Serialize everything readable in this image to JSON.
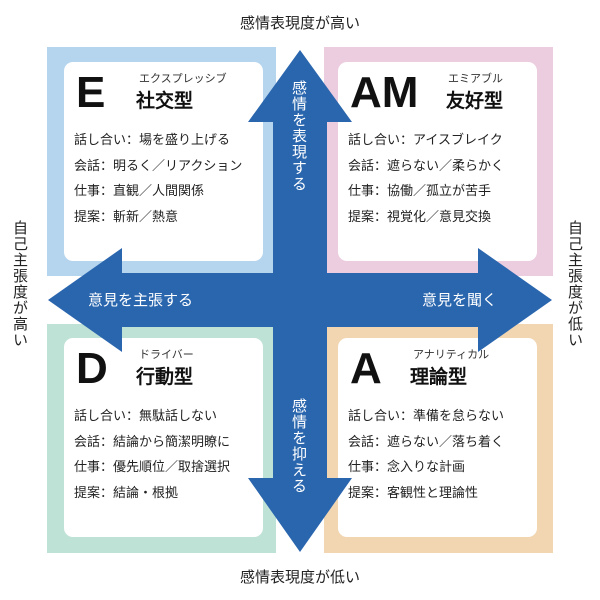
{
  "axes": {
    "top": "感情表現度が高い",
    "bottom": "感情表現度が低い",
    "left": "自己主張度が高い",
    "right": "自己主張度が低い"
  },
  "arrows": {
    "up": "感情を表現する",
    "down": "感情を抑える",
    "left": "意見を主張する",
    "right": "意見を聞く",
    "color": "#2a66ae"
  },
  "quadrants": [
    {
      "letter": "E",
      "kana": "エクスプレッシブ",
      "name": "社交型",
      "color": "#b5d5ef",
      "lines": [
        "話し合い：場を盛り上げる",
        "会話：明るく／リアクション",
        "仕事：直観／人間関係",
        "提案：斬新／熱意"
      ]
    },
    {
      "letter": "AM",
      "kana": "エミアブル",
      "name": "友好型",
      "color": "#ecccdf",
      "lines": [
        "話し合い：アイスブレイク",
        "会話：遮らない／柔らかく",
        "仕事：協働／孤立が苦手",
        "提案：視覚化／意見交換"
      ]
    },
    {
      "letter": "D",
      "kana": "ドライバー",
      "name": "行動型",
      "color": "#bfe2d7",
      "lines": [
        "話し合い：無駄話しない",
        "会話：結論から簡潔明瞭に",
        "仕事：優先順位／取捨選択",
        "提案：結論・根拠"
      ]
    },
    {
      "letter": "A",
      "kana": "アナリティカル",
      "name": "理論型",
      "color": "#f2d6b2",
      "lines": [
        "話し合い：準備を怠らない",
        "会話：遮らない／落ち着く",
        "仕事：念入りな計画",
        "提案：客観性と理論性"
      ]
    }
  ]
}
